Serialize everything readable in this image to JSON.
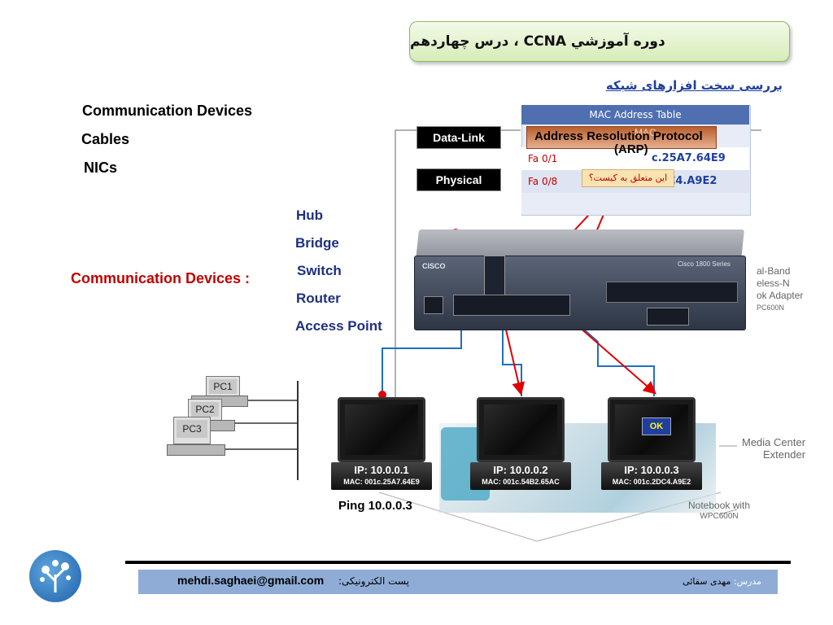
{
  "header": {
    "title": "دوره آموزشي  CCNA ، درس چهاردهم",
    "subtitle": "بررسی سخت افزارهای شبکه"
  },
  "left_list": [
    "Communication Devices",
    "Cables",
    "NICs"
  ],
  "communication_label": "Communication Devices :",
  "devices": [
    "Hub",
    "Bridge",
    "Switch",
    "Router",
    "Access Point"
  ],
  "layers": {
    "data_link": "Data-Link",
    "physical": "Physical"
  },
  "mac_table": {
    "title": "MAC  Address  Table",
    "header_partial": "MAC",
    "rows": [
      {
        "port": "Fa 0/1",
        "mac": "c.25A7.64E9"
      },
      {
        "port": "Fa 0/8",
        "mac": "2DC4.A9E2"
      }
    ]
  },
  "arp": {
    "line1": "Address  Resolution  Protocol",
    "line2": "(ARP)"
  },
  "popup": "این متعلق به کیست؟",
  "router_text": {
    "brand": "CISCO",
    "series": "Cisco 1800 Series"
  },
  "side_labels": {
    "adapter": [
      "al-Band",
      "eless-N",
      "ok Adapter",
      "PC600N"
    ],
    "media": [
      "Media Center",
      "Extender"
    ],
    "notebook": [
      "Notebook with",
      "WPC600N"
    ]
  },
  "pcs": [
    "PC1",
    "PC2",
    "PC3"
  ],
  "laptops": [
    {
      "ip": "IP: 10.0.0.1",
      "mac": "MAC: 001c.25A7.64E9"
    },
    {
      "ip": "IP: 10.0.0.2",
      "mac": "MAC: 001c.54B2.65AC"
    },
    {
      "ip": "IP: 10.0.0.3",
      "mac": "MAC: 001c.2DC4.A9E2"
    }
  ],
  "ok_label": "OK",
  "ping": "Ping  10.0.0.3",
  "footer": {
    "email": "mehdi.saghaei@gmail.com",
    "email_label": "پست الکترونیکی:",
    "teacher_label": "مدرس:",
    "teacher_name": "مهدی سقائی"
  },
  "colors": {
    "link_blue": "#1f6fc0",
    "arrow_red": "#e00000",
    "title_green": "#d6ecb8",
    "footer_blue": "#8eacd6"
  }
}
